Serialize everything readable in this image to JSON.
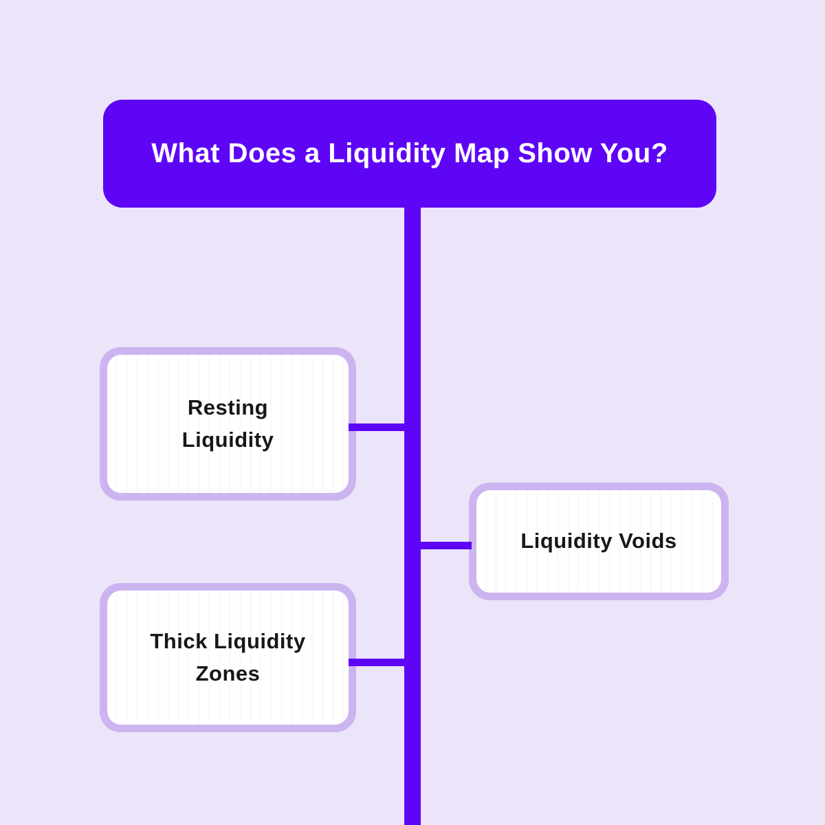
{
  "palette": {
    "background": "#ECE5F9",
    "accent_purple": "#5E05F6",
    "node_border": "#CCB4F0",
    "node_fill": "#FFFFFF",
    "title_text_color": "#FFFFFF",
    "label_text_color": "#171717"
  },
  "diagram": {
    "title": "What Does a Liquidity Map Show You?",
    "nodes": [
      {
        "id": "resting-liquidity",
        "label": "Resting\nLiquidity",
        "side": "left"
      },
      {
        "id": "liquidity-voids",
        "label": "Liquidity Voids",
        "side": "right"
      },
      {
        "id": "thick-liquidity-zones",
        "label": "Thick Liquidity\nZones",
        "side": "left"
      }
    ]
  }
}
